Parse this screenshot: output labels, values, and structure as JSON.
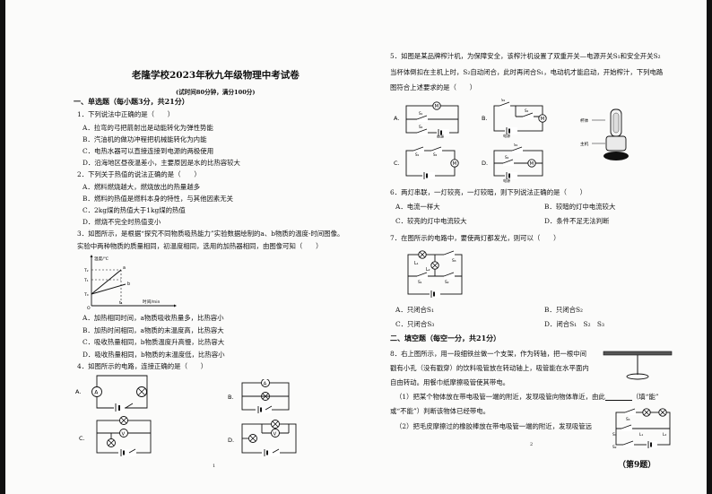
{
  "exam": {
    "title": "老隆学校2023年秋九年级物理中考试卷",
    "subtitle": "(试时间80分钟，满分100分)",
    "section1": "一、单选题（每小题3分，共21分）",
    "section2": "二、填空题（每空一分，共21分）",
    "page_numbers": [
      "1",
      "2"
    ],
    "stamp": "（第9题）"
  },
  "q1": {
    "stem": "1．下列说法中正确的是（　　）",
    "options": [
      "A．拉弯的弓把箭射出是动能转化为弹性势能",
      "B．汽油机的做功冲程把机械能转化为内能",
      "C．电热水器可以直接连接到电源的两极使用",
      "D．沿海地区昼夜温差小，主要原因是水的比热容较大"
    ]
  },
  "q2": {
    "stem": "2．下列关于热值的说法正确的是（　　）",
    "options": [
      "A．燃料燃烧越大，燃烧放出的热量越多",
      "B．燃料的热值是燃料本身的特性，与其他因素无关",
      "C．2kg煤的热值大于1kg煤的热值",
      "D．燃烧不完全时热值变小"
    ]
  },
  "q3": {
    "line1": "3．如图所示，是根据“探究不同物质吸热能力”实验数据绘制的a、b物质的温度-时间图像。",
    "line2": "实验中两种物质的质量相同，初温度相同，选用的加热器相同，由图像可知（　　）",
    "options": [
      "A．加热相同时间，a物质吸收热量多，比热容小",
      "B．加热时间相同，a物质的末温度高，比热容大",
      "C．吸收热量相同，b物质温度升高慢，比热容大",
      "D．吸收热量相同，b物质的末温度低，比热容小"
    ],
    "graph": {
      "y_label": "温度/℃",
      "x_label": "时间/min",
      "y_ticks": [
        "T₂",
        "T₁",
        "T₀"
      ],
      "x_tick": "t₁",
      "origin": "O",
      "series_labels": [
        "a",
        "b"
      ]
    }
  },
  "q4": {
    "stem": "4．如图所示的电路，连接正确的是（　　）",
    "labels": [
      "A.",
      "B.",
      "C.",
      "D."
    ],
    "meters": {
      "ammeter": "A",
      "voltmeter": "V"
    }
  },
  "q5": {
    "line1": "5．如图是某品牌榨汁机，为保障安全，该榨汁机设置了双重开关—电源开关S₁和安全开关S₂",
    "line2": "当杯体倒扣在主机上时，S₂自动闭合，此时再闭合S₁，电动机才能启动，开始榨汁，下列电路",
    "line3": "图符合上述要求的是（　　）",
    "labels": [
      "A.",
      "B.",
      "C.",
      "D."
    ],
    "switches": [
      "S₁",
      "S₂"
    ],
    "motor": "M",
    "source": "电源",
    "cup_label": "杯体",
    "base_label": "主机"
  },
  "q6": {
    "stem": "6．两灯串联，一灯较亮，一灯较暗，则下列说法正确的是（　　）",
    "options": [
      "A．电流一样大",
      "B．较暗的灯中电流较大",
      "C．较亮的灯中电流较大",
      "D．条件不足无法判断"
    ]
  },
  "q7": {
    "stem": "7．在图所示的电路中，要使两灯都发光，则可以（　　）",
    "options": [
      "A．只闭合S₁",
      "B．只闭合S₂",
      "C．只闭合S₃",
      "D．闭合S₁　S₂　S₃"
    ],
    "circuit_labels": [
      "L₁",
      "L₂",
      "S₁",
      "S₂",
      "S₃"
    ]
  },
  "q8": {
    "line1": "8．右上图所示，用一段细铁丝做一个支架，作为转轴，把一根中间",
    "line2": "戳有小孔（没有戳穿）的饮料吸管放在转动轴上，吸管能在水平面内",
    "line3": "自由转动。用餐巾纸摩擦吸管使其带电。",
    "part1a": "（1）把某个物体放在带电吸管一端的附近，发现吸管向物体靠近，由此",
    "part1b": "（填“能”",
    "part1c": "或“不能”）判断该物体已经带电。",
    "part2": "（2）把毛皮摩擦过的橡胶棒放在带电吸管一端的附近，发现吸管远",
    "circuit_labels": [
      "L₁",
      "L₂",
      "S₁",
      "S₂",
      "S₃"
    ]
  }
}
